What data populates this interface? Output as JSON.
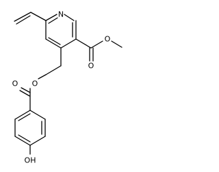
{
  "molecule": {
    "atoms": {
      "ring_n": "N",
      "ester_o_single": "O",
      "ester_o_double": "O",
      "benzoate_o_single": "O",
      "benzoate_o_double": "O",
      "hydroxyl": "OH"
    }
  }
}
